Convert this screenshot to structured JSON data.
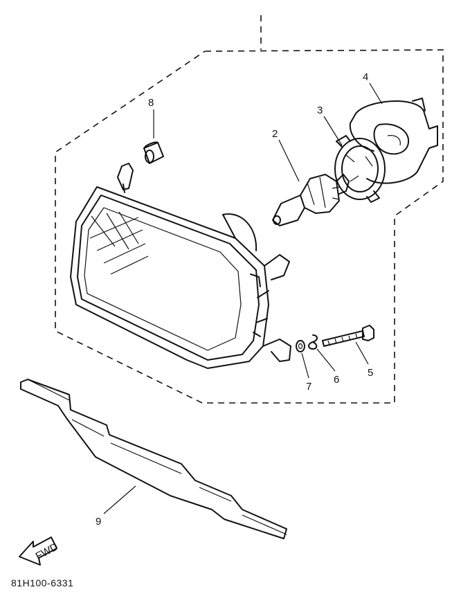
{
  "callouts": {
    "c2": "2",
    "c3": "3",
    "c4": "4",
    "c5": "5",
    "c6": "6",
    "c7": "7",
    "c8": "8",
    "c9": "9"
  },
  "fwd_label": "FWD",
  "diagram_code": "81H100-6331"
}
